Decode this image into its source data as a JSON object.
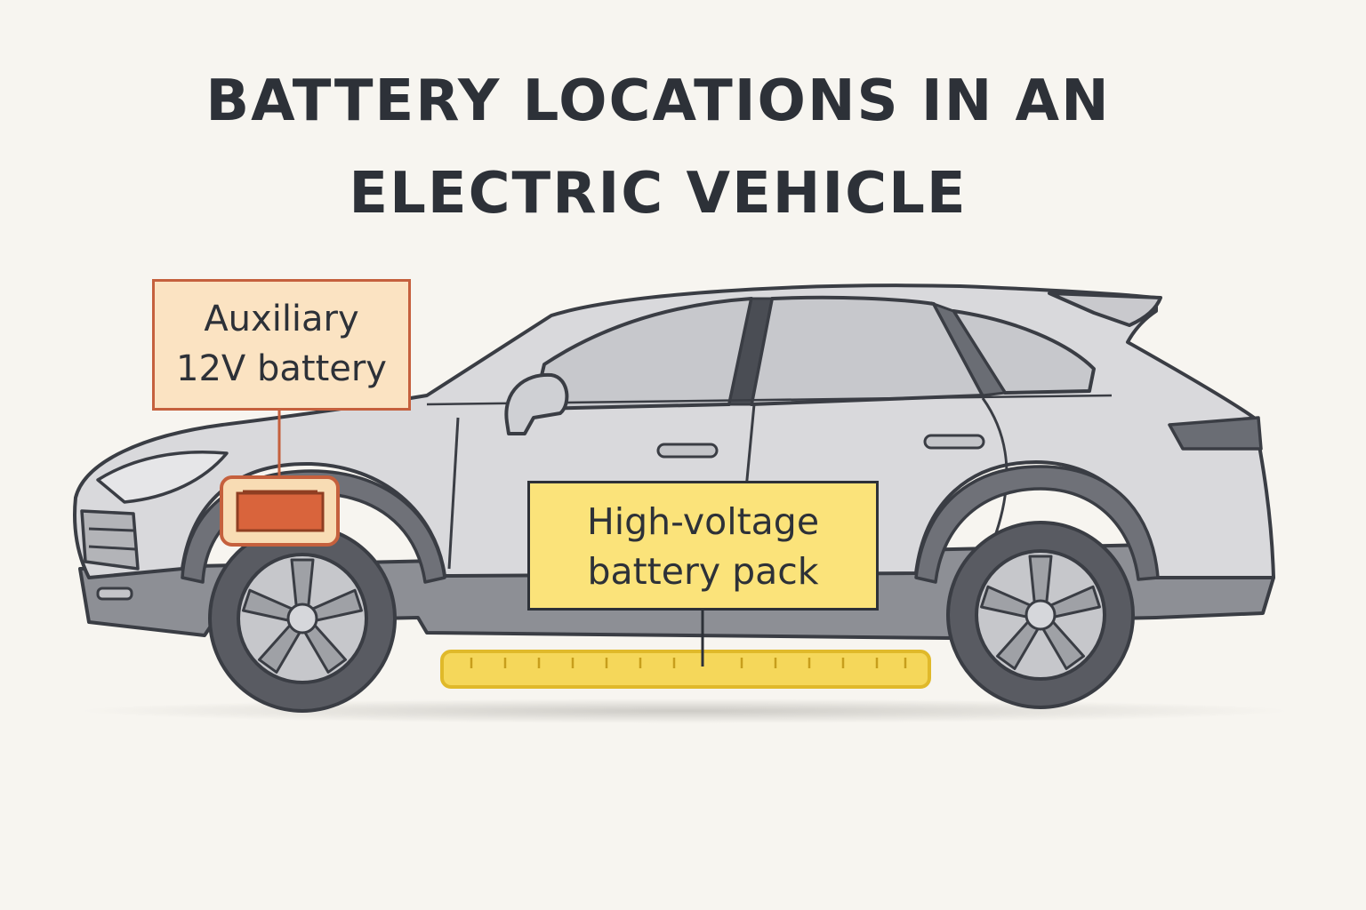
{
  "title": {
    "line1": "BATTERY LOCATIONS IN AN",
    "line2": "ELECTRIC VEHICLE"
  },
  "labels": {
    "auxiliary": {
      "line1": "Auxiliary",
      "line2": "12V battery"
    },
    "high_voltage": {
      "line1": "High-voltage",
      "line2": "battery pack"
    }
  },
  "colors": {
    "background": "#f7f5f0",
    "car_body": "#d9d9dc",
    "outline": "#3a3d44",
    "aux_battery": "#d9643c",
    "aux_label_fill": "#fbe3c2",
    "hv_battery": "#f5d75a",
    "hv_label_fill": "#fbe37a"
  }
}
